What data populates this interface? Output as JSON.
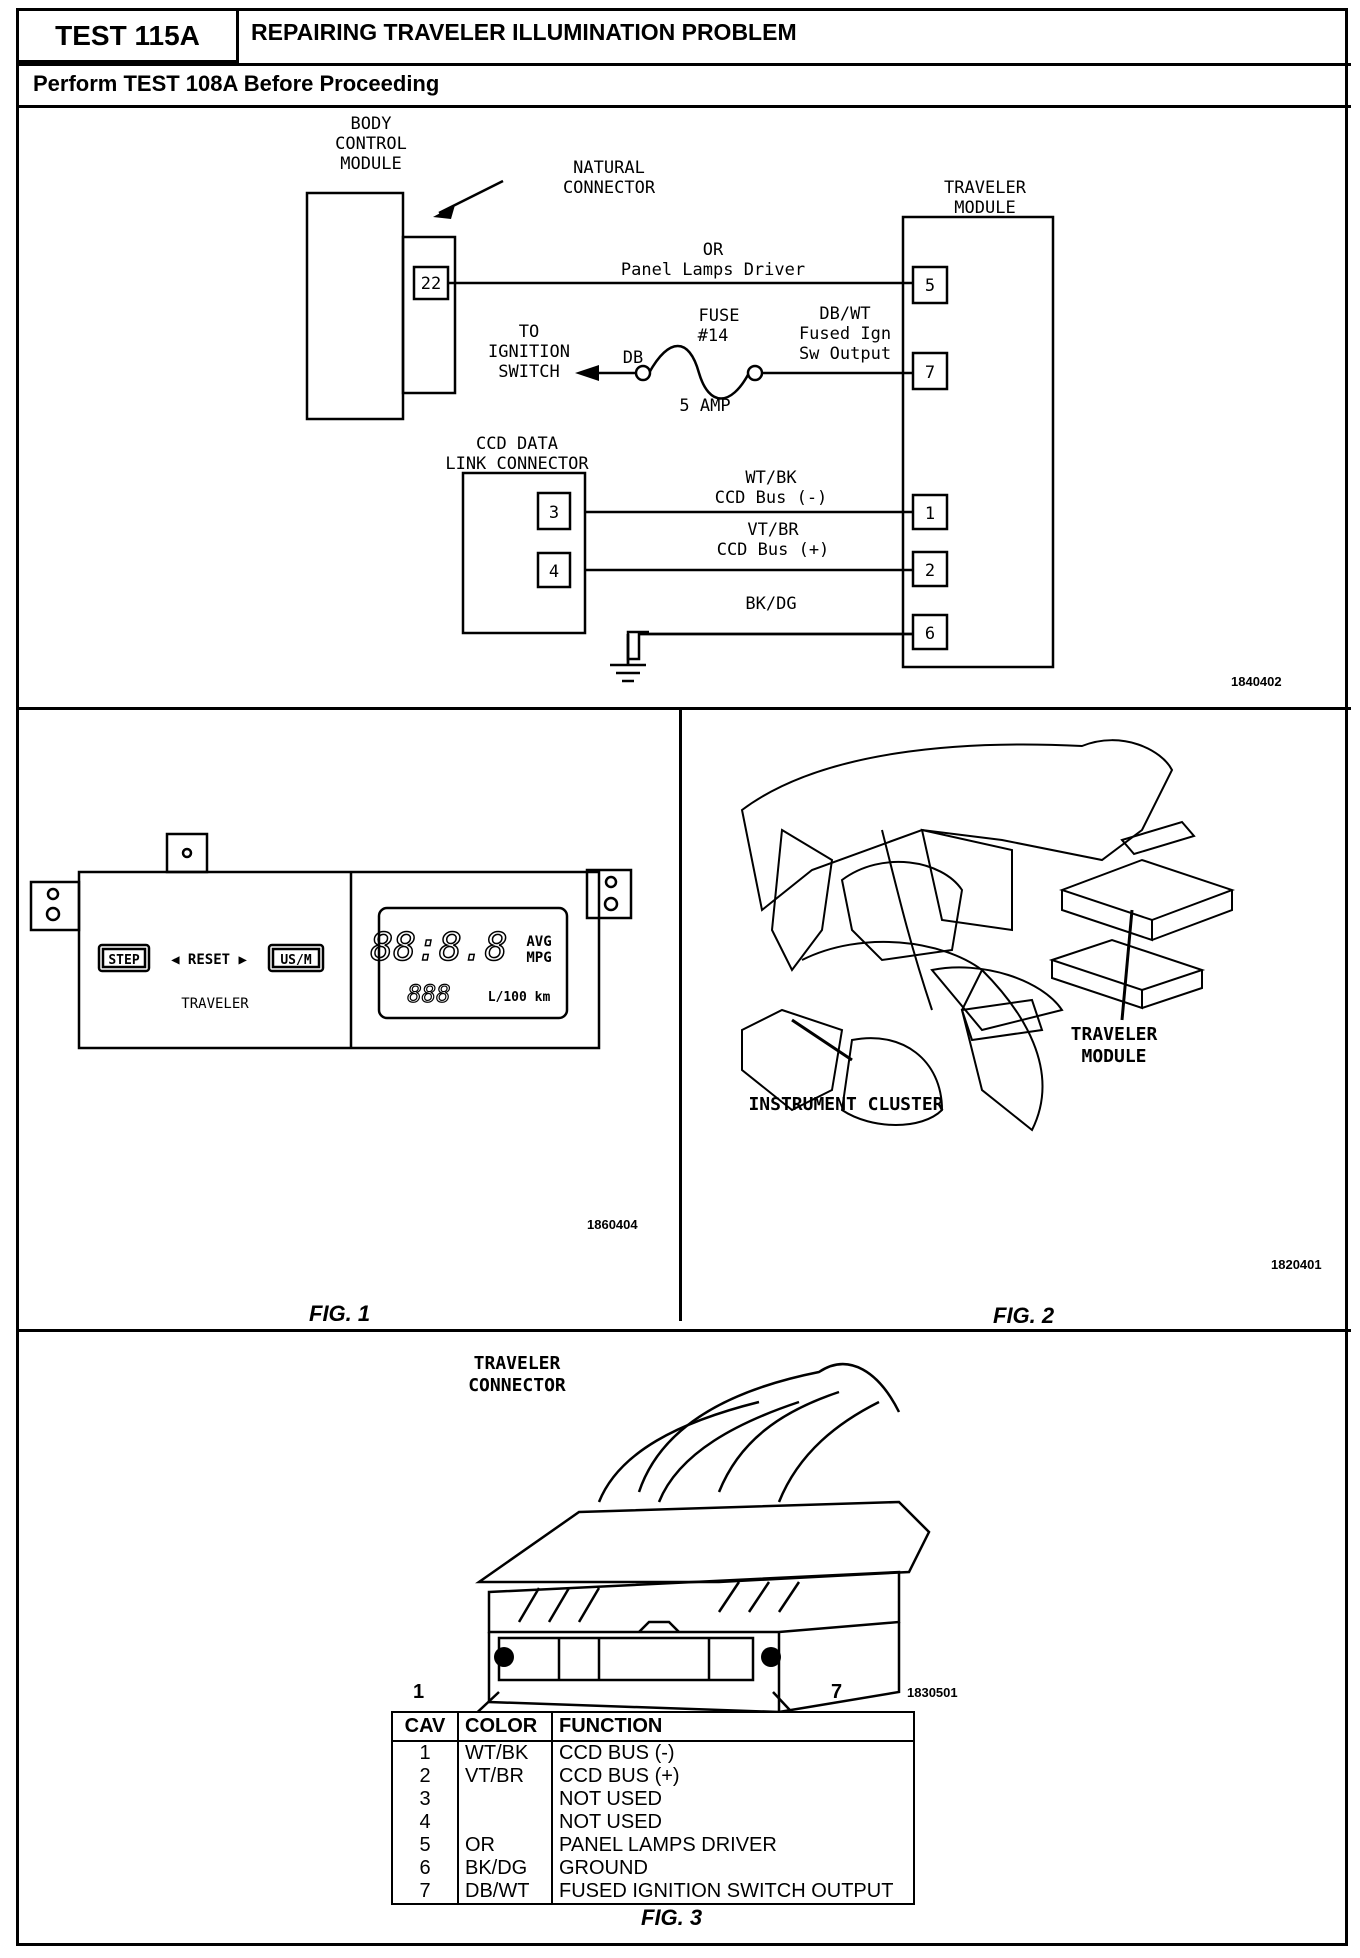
{
  "header": {
    "test_id": "TEST 115A",
    "title": "REPAIRING TRAVELER ILLUMINATION PROBLEM",
    "subtitle": "Perform TEST 108A Before Proceeding"
  },
  "schematic": {
    "bcm_label": [
      "BODY",
      "CONTROL",
      "MODULE"
    ],
    "natural_connector": [
      "NATURAL",
      "CONNECTOR"
    ],
    "traveler_module": [
      "TRAVELER",
      "MODULE"
    ],
    "ccd_label": [
      "CCD DATA",
      "LINK CONNECTOR"
    ],
    "to_ignition": [
      "TO",
      "IGNITION",
      "SWITCH"
    ],
    "fuse_label": [
      "FUSE",
      "#14"
    ],
    "fuse_amp": "5 AMP",
    "db": "DB",
    "wires": {
      "or_color": "OR",
      "or_desc": "Panel Lamps Driver",
      "dbwt_color": "DB/WT",
      "dbwt_desc1": "Fused Ign",
      "dbwt_desc2": "Sw Output",
      "wtbk_color": "WT/BK",
      "wtbk_desc": "CCD Bus (-)",
      "vtbr_color": "VT/BR",
      "vtbr_desc": "CCD Bus (+)",
      "bkdg_color": "BK/DG"
    },
    "pins": {
      "bcm": "22",
      "tm5": "5",
      "tm7": "7",
      "tm1": "1",
      "tm2": "2",
      "tm6": "6",
      "ccd3": "3",
      "ccd4": "4"
    },
    "code": "1840402"
  },
  "fig1": {
    "step": "STEP",
    "reset": "◀ RESET ▶",
    "usm": "US/M",
    "traveler": "TRAVELER",
    "seg_big": "88:8.8",
    "avg": "AVG",
    "mpg": "MPG",
    "seg_small": "888",
    "l100": "L/100 km",
    "code": "1860404",
    "label": "FIG. 1"
  },
  "fig2": {
    "traveler_module": [
      "TRAVELER",
      "MODULE"
    ],
    "instrument_cluster": "INSTRUMENT CLUSTER",
    "code": "1820401",
    "label": "FIG. 2"
  },
  "fig3": {
    "connector_label": [
      "TRAVELER",
      "CONNECTOR"
    ],
    "pin1": "1",
    "pin7": "7",
    "code": "1830501",
    "table": {
      "headers": [
        "CAV",
        "COLOR",
        "FUNCTION"
      ],
      "rows": [
        [
          "1",
          "WT/BK",
          "CCD BUS (-)"
        ],
        [
          "2",
          "VT/BR",
          "CCD BUS (+)"
        ],
        [
          "3",
          "",
          "NOT USED"
        ],
        [
          "4",
          "",
          "NOT USED"
        ],
        [
          "5",
          "OR",
          "PANEL LAMPS DRIVER"
        ],
        [
          "6",
          "BK/DG",
          "GROUND"
        ],
        [
          "7",
          "DB/WT",
          "FUSED IGNITION SWITCH OUTPUT"
        ]
      ]
    },
    "label": "FIG. 3"
  }
}
